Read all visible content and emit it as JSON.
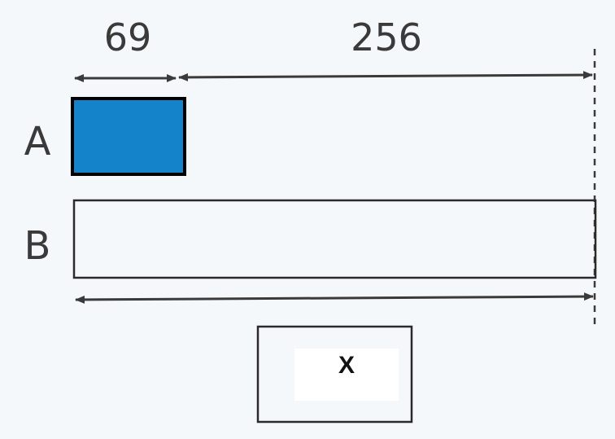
{
  "labels": {
    "a": "A",
    "b": "B"
  },
  "measures": {
    "a_length": "69",
    "difference": "256"
  },
  "unknown_box": "X",
  "colors": {
    "bar_a_fill": "#1583c9",
    "ink": "#3a3a3a",
    "background": "#f5f8fa"
  }
}
